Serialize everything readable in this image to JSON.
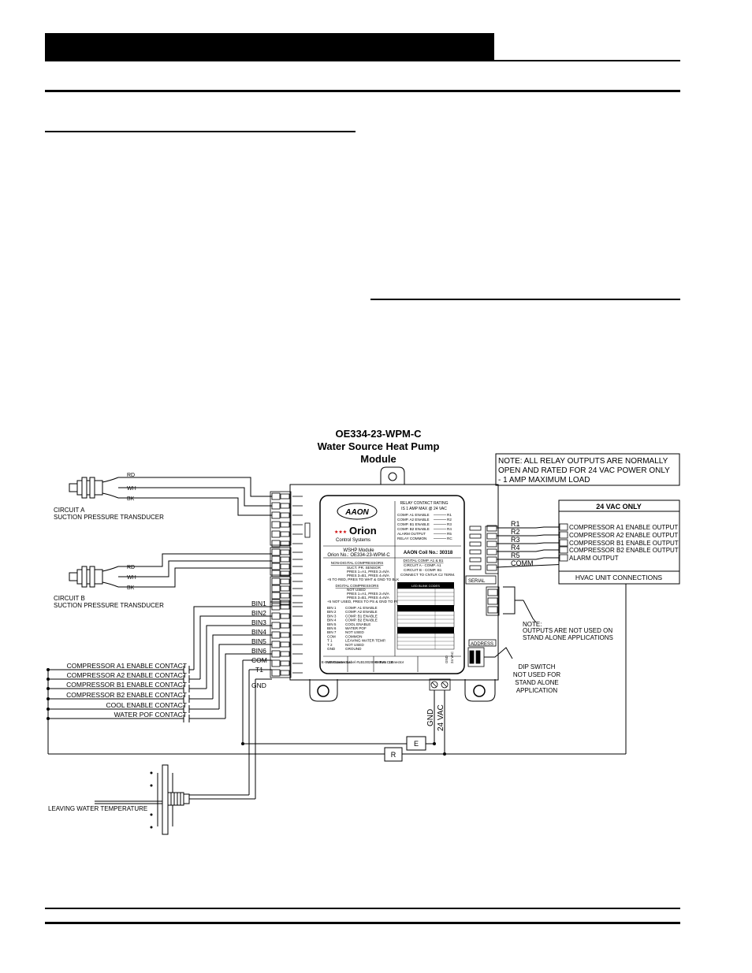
{
  "diagram": {
    "title": [
      "OE334-23-WPM-C",
      "Water Source Heat Pump",
      "Module"
    ],
    "note_relay": [
      "NOTE:  ALL RELAY OUTPUTS ARE NORMALLY",
      "OPEN AND RATED FOR 24 VAC POWER ONLY",
      "- 1 AMP MAXIMUM LOAD"
    ],
    "transducer_a": {
      "caption": [
        "CIRCUIT A",
        "SUCTION PRESSURE TRANSDUCER"
      ],
      "wires": [
        "RD",
        "WH",
        "BK"
      ]
    },
    "transducer_b": {
      "caption": [
        "CIRCUIT B",
        "SUCTION PRESSURE TRANSDUCER"
      ],
      "wires": [
        "RD",
        "WH",
        "BK"
      ]
    },
    "bin_labels": [
      "BIN1",
      "BIN2",
      "BIN3",
      "BIN4",
      "BIN5",
      "BIN6",
      "COM",
      "T1",
      "GND"
    ],
    "contacts": [
      "COMPRESSOR A1 ENABLE CONTACT",
      "COMPRESSOR A2 ENABLE CONTACT",
      "COMPRESSOR B1 ENABLE CONTACT",
      "COMPRESSOR B2 ENABLE CONTACT",
      "COOL ENABLE CONTACT",
      "WATER POF CONTACT"
    ],
    "leaving_water": "LEAVING WATER TEMPERATURE",
    "relay_labels": [
      "R1",
      "R2",
      "R3",
      "R4",
      "R5",
      "COMM"
    ],
    "hvac_box": {
      "header": "24 VAC ONLY",
      "items": [
        "COMPRESSOR A1 ENABLE OUTPUT",
        "COMPRESSOR A2 ENABLE OUTPUT",
        "COMPRESSOR B1 ENABLE OUTPUT",
        "COMPRESSOR B2 ENABLE OUTPUT",
        "ALARM OUTPUT"
      ],
      "footer": "HVAC UNIT CONNECTIONS"
    },
    "note_outputs": [
      "NOTE:",
      "OUTPUTS ARE NOT USED ON",
      "STAND ALONE APPLICATIONS"
    ],
    "note_dip": [
      "DIP SWITCH",
      "NOT USED FOR",
      "STAND ALONE",
      "APPLICATION"
    ],
    "power_labels": [
      "GND",
      "24 VAC"
    ],
    "box_e": "E",
    "box_r": "R",
    "module": {
      "brand": "AAON",
      "logo": "Orion",
      "logo_sub": "Control Systems",
      "stars": "★★★",
      "relay_heading": [
        "RELAY CONTACT RATING",
        "IS 1 AMP MAX @ 24 VAC"
      ],
      "relay_rows": [
        {
          "label": "COMP. A1 ENABLE",
          "pin": "R1"
        },
        {
          "label": "COMP. A2 ENABLE",
          "pin": "R2"
        },
        {
          "label": "COMP. B1 ENABLE",
          "pin": "R3"
        },
        {
          "label": "COMP. B2 ENABLE",
          "pin": "R4"
        },
        {
          "label": "ALARM OUTPUT",
          "pin": "R5"
        },
        {
          "label": "RELAY COMMON",
          "pin": "RC"
        }
      ],
      "name": [
        "WSHP Module",
        "Orion No.: OE334-23-WPM-C"
      ],
      "coil": "AAON Coil  No.: 30318",
      "nondigital_heading": "NON-DIGITAL COMPRESSORS",
      "nondigital_rows": [
        "SUCT. PR. SENSOR",
        "PRES 1=A1, PRES 2=N/A",
        "PRES 3=B1, PRES 4=N/A",
        "+5 TO RED, PRES TO WHT & GND TO BLK"
      ],
      "digital_heading": "DIGITAL COMPRESSORS",
      "digital_rows": [
        "NOT USED",
        "PRES 1=A1, PRES 2=N/A",
        "PRES 3=B1, PRES 4=N/A",
        "+5 NOT USED, PRES TO PS & GND TO PI"
      ],
      "bin_rows": [
        {
          "pin": "BIN 1",
          "label": "COMP. A1 ENABLE"
        },
        {
          "pin": "BIN 2",
          "label": "COMP. A2 ENABLE"
        },
        {
          "pin": "BIN 3",
          "label": "COMP. B1 ENABLE"
        },
        {
          "pin": "BIN 4",
          "label": "COMP. B2 ENABLE"
        },
        {
          "pin": "BIN 5",
          "label": "COOL ENABLE"
        },
        {
          "pin": "BIN 6",
          "label": "WATER POF"
        },
        {
          "pin": "BIN 7",
          "label": "NOT USED"
        },
        {
          "pin": "COM",
          "label": "COMMON"
        },
        {
          "pin": "T 1",
          "label": "LEAVING WATER TEMP."
        },
        {
          "pin": "T 2",
          "label": "NOT USED"
        },
        {
          "pin": "GND",
          "label": "GROUND"
        }
      ],
      "digital_comp_heading": "DIGITAL COMP. A1 & B1",
      "digital_comp_rows": [
        "CIRCUIT A - COMP. A1",
        "CIRCUIT B - COMP. B1",
        "CONNECT TO CNTLR C2 TERM."
      ],
      "led_heading": [
        "LED NAME",
        "STATUS"
      ],
      "led_blink": "LED BLINK CODES",
      "connectors": [
        "E-BUS Connector",
        "WattMaster Label #LB100289-B Rev.: 1E",
        "E-BUS Connector"
      ],
      "serial": "SERIAL",
      "address": "ADDRESS",
      "power_terms": [
        "GND",
        "24 VAC"
      ]
    }
  }
}
